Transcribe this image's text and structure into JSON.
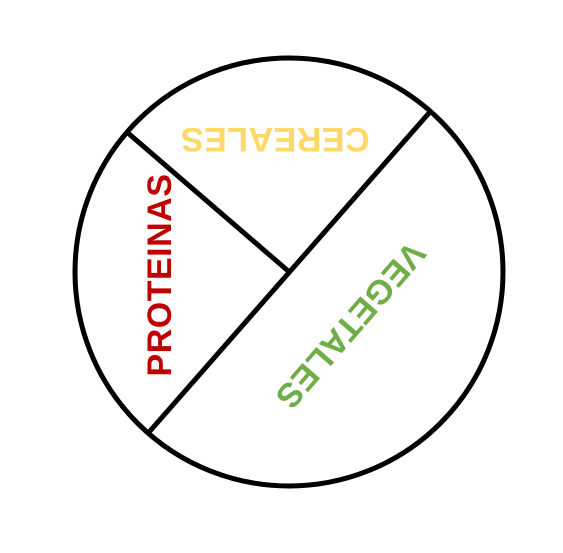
{
  "sections": {
    "cereales": {
      "label": "CEREALES",
      "color": "#FFD966"
    },
    "proteinas": {
      "label": "PROTEINAS",
      "color": "#C00000"
    },
    "vegetales": {
      "label": "VEGETALES",
      "color": "#70AD47"
    }
  },
  "plate": {
    "stroke_color": "#000000",
    "fill_color": "#FFFFFF"
  }
}
